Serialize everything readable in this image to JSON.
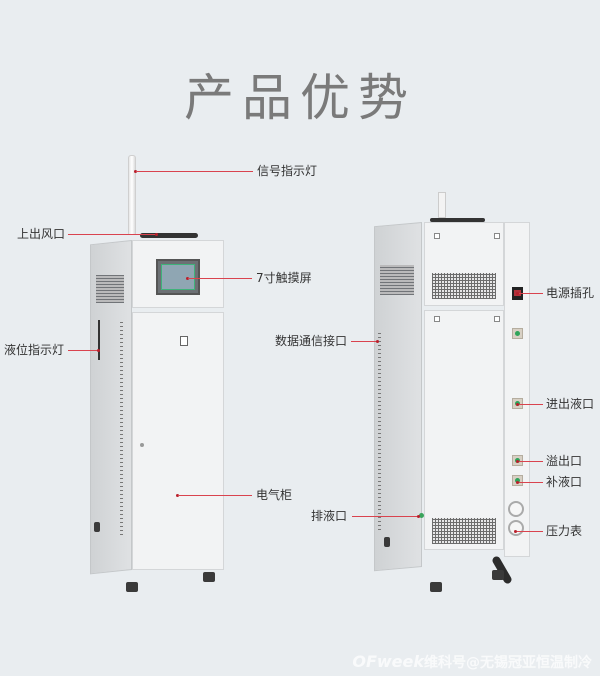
{
  "title": "产品优势",
  "front_unit": {
    "labels": {
      "signal_light": "信号指示灯",
      "top_air_outlet": "上出风口",
      "touchscreen": "7寸触摸屏",
      "level_indicator": "液位指示灯",
      "electrical_cabinet": "电气柜"
    }
  },
  "rear_unit": {
    "labels": {
      "power_socket": "电源插孔",
      "data_comm_port": "数据通信接口",
      "inlet_outlet": "进出液口",
      "overflow": "溢出口",
      "refill": "补液口",
      "drain": "排液口",
      "pressure_gauge": "压力表"
    }
  },
  "colors": {
    "background": "#e9edf0",
    "callout_line": "#d9434e",
    "title_text": "#7a7a7a"
  },
  "watermark": {
    "brand": "OFweek",
    "text": "维科号@无锡冠亚恒温制冷"
  }
}
